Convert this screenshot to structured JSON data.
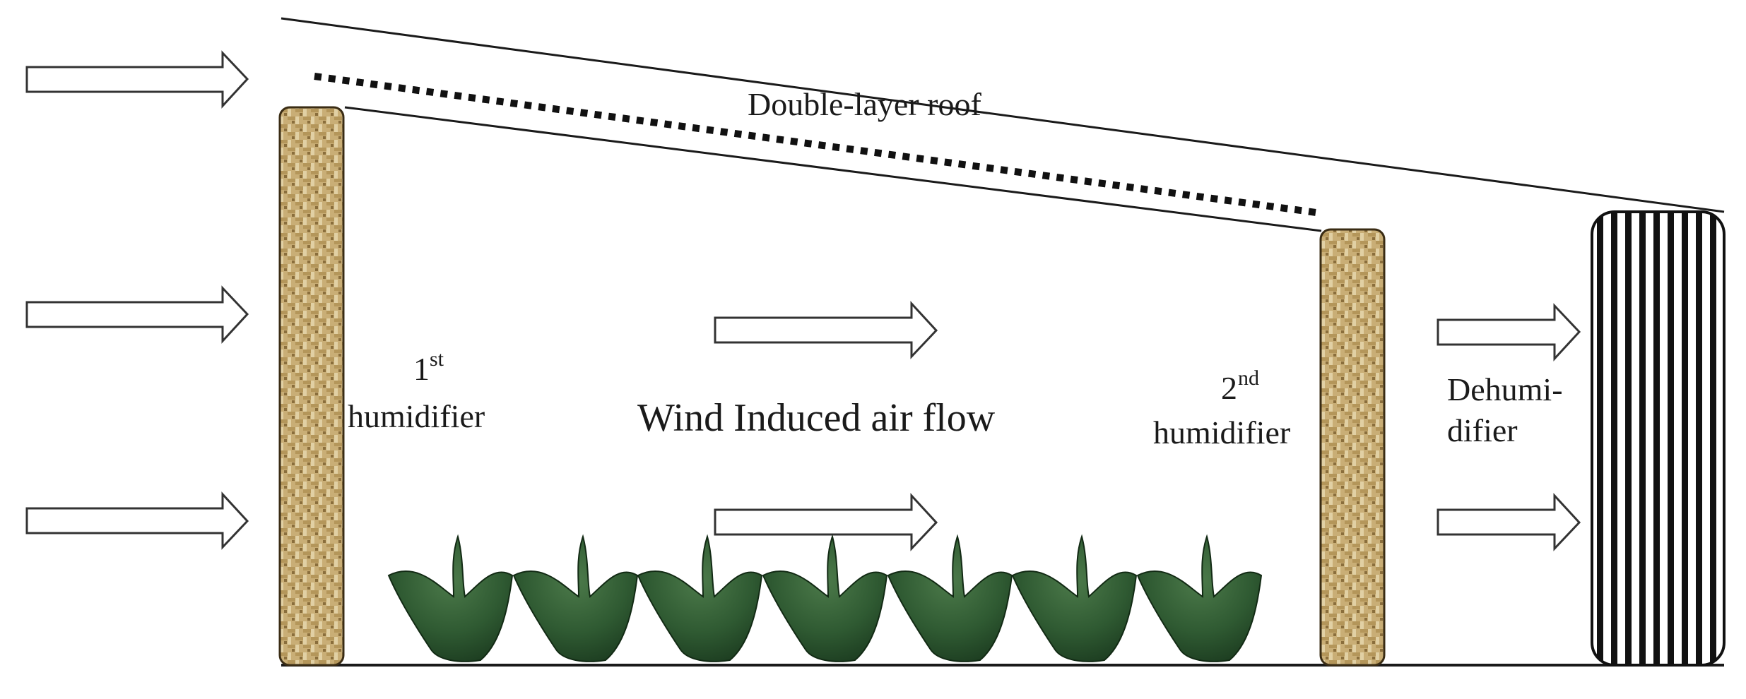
{
  "labels": {
    "roof": "Double-layer roof",
    "humidifier1_ord": "1",
    "humidifier1_sup": "st",
    "humidifier1_name": "humidifier",
    "airflow": "Wind Induced air flow",
    "humidifier2_ord": "2",
    "humidifier2_sup": "nd",
    "humidifier2_name": "humidifier",
    "dehumidifier_line1": "Dehumi-",
    "dehumidifier_line2": "difier"
  },
  "colors": {
    "pad_fill": "#c4aa72",
    "plant_fill": "#2f5a32",
    "line": "#1a1a1a"
  },
  "icons": {
    "airflow_arrow": "hollow-right-arrow",
    "plant": "leaf-plant-icon",
    "pad": "woven-pad",
    "dehumidifier": "vertical-slat-coil"
  },
  "counts": {
    "plants": 7
  }
}
